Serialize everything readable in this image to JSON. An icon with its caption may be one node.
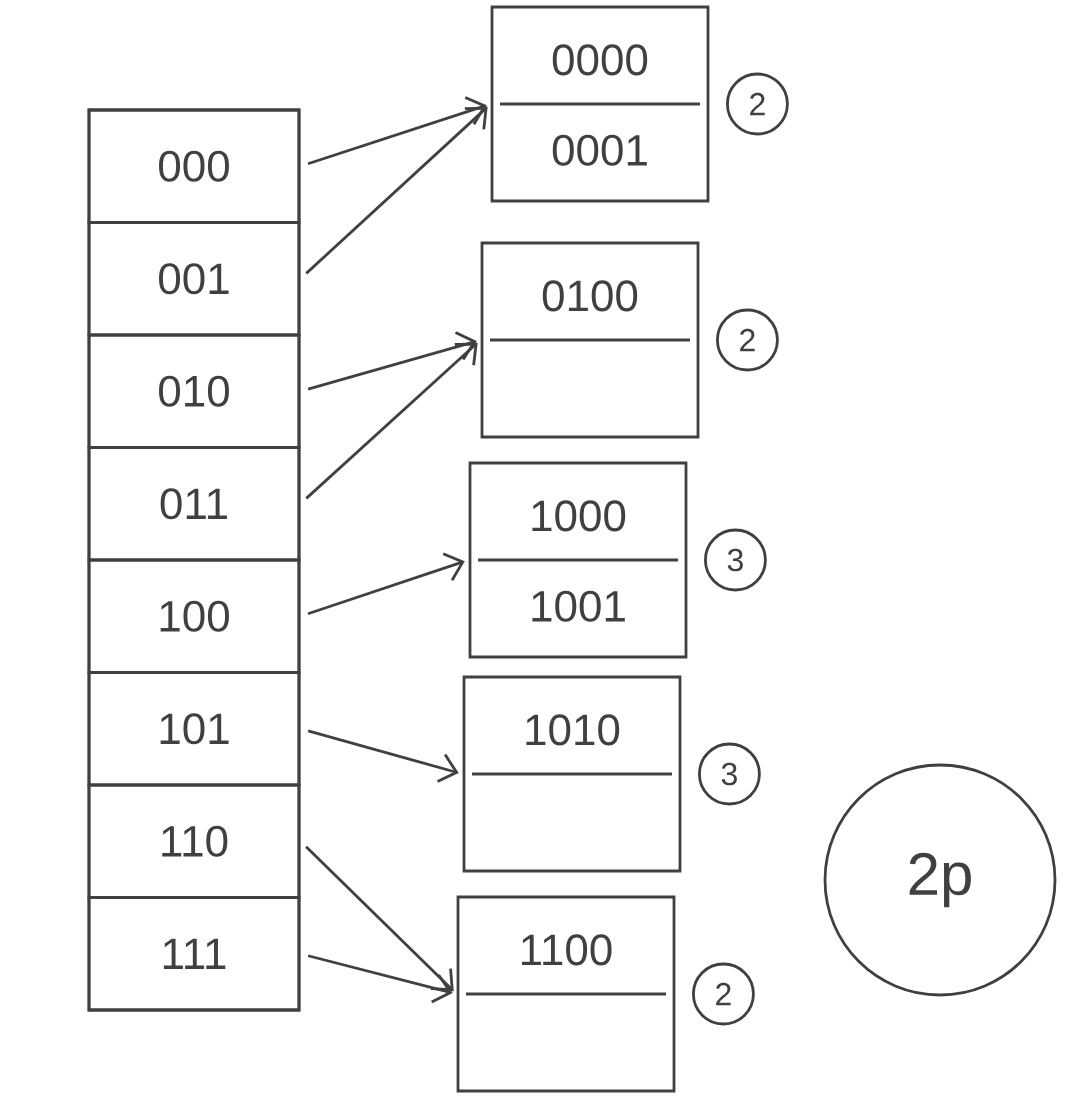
{
  "diagram": {
    "nodes": [
      {
        "text": [],
        "shape": "box"
      },
      {
        "text": [
          "000"
        ],
        "in": 0
      },
      {
        "text": [
          "001"
        ],
        "in": 0
      },
      {
        "text": [
          "010"
        ],
        "in": 0
      },
      {
        "text": [
          "011"
        ],
        "in": 0
      },
      {
        "text": [
          "100"
        ],
        "in": 0
      },
      {
        "text": [
          "101"
        ],
        "in": 0
      },
      {
        "text": [
          "110"
        ],
        "in": 0
      },
      {
        "text": [
          "111"
        ],
        "in": 0
      },
      {
        "text": [
          "0000",
          "0001"
        ],
        "beside": [
          "2"
        ]
      },
      {
        "text": [
          "0100"
        ],
        "beside": [
          "2"
        ]
      },
      {
        "text": [
          "1000",
          "1001"
        ],
        "beside": [
          "3"
        ]
      },
      {
        "text": [
          "1010"
        ],
        "beside": [
          "3"
        ]
      },
      {
        "text": [
          "1100"
        ],
        "beside": [
          "2"
        ]
      },
      {
        "text": [
          "2p"
        ]
      }
    ],
    "edges": [
      {
        "from": 1,
        "to": 9,
        "arrow": "to"
      },
      {
        "from": 2,
        "to": 9,
        "arrow": "to"
      },
      {
        "from": 3,
        "to": 10,
        "arrow": "to"
      },
      {
        "from": 4,
        "to": 10,
        "arrow": "to"
      },
      {
        "from": 5,
        "to": 11,
        "arrow": "to"
      },
      {
        "from": 6,
        "to": 12,
        "arrow": "to"
      },
      {
        "from": 7,
        "to": 13,
        "arrow": "to"
      },
      {
        "from": 8,
        "to": 13,
        "arrow": "to"
      }
    ]
  }
}
